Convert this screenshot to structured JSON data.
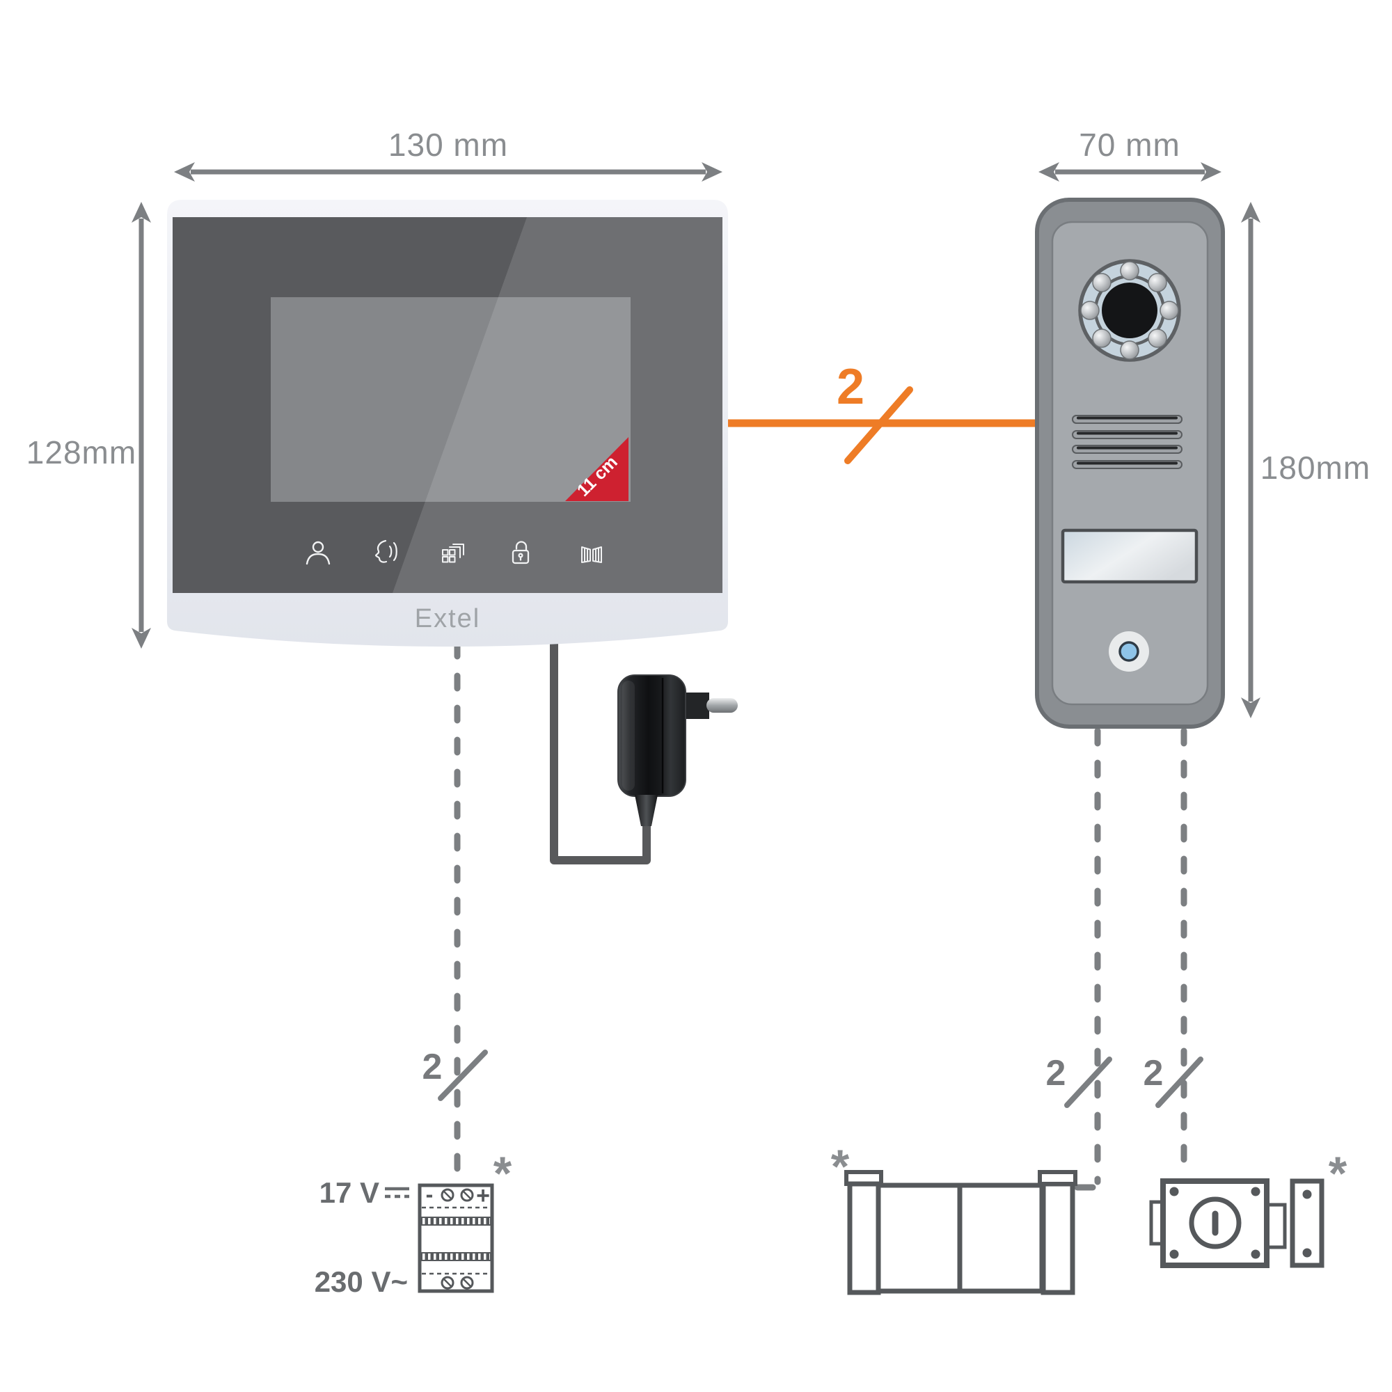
{
  "monitor": {
    "brand": "Extel",
    "width_label": "130 mm",
    "height_label": "128mm",
    "screen_size_badge": "11 cm",
    "touch_icons": [
      "user",
      "talk",
      "gallery",
      "unlock",
      "gate"
    ]
  },
  "door_station": {
    "width_label": "70 mm",
    "height_label": "180mm"
  },
  "connections": {
    "bus_wire_count": "2",
    "psu_wire_count": "2",
    "gate_wire_count": "2",
    "lock_wire_count": "2"
  },
  "power_supply": {
    "output_label": "17 V",
    "input_label": "230 V~",
    "terminal_minus": "-",
    "terminal_plus": "+",
    "optional_mark": "*"
  },
  "gate_motor": {
    "optional_mark": "*"
  },
  "door_lock": {
    "optional_mark": "*"
  },
  "colors": {
    "accent_orange": "#EE7C26",
    "badge_red": "#CE2130",
    "line_gray": "#7C7F82",
    "dimension_text": "#8A8D90",
    "label_text": "#696C6F"
  }
}
